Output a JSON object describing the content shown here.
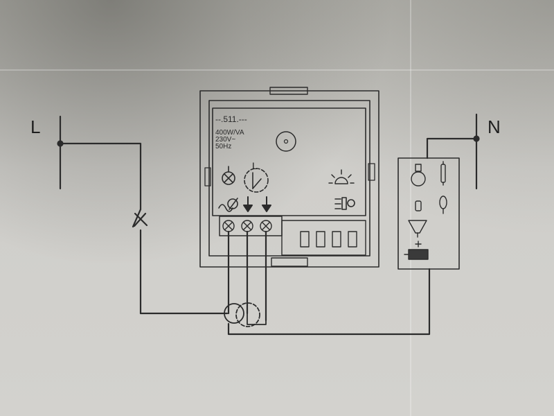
{
  "labels": {
    "live": "L",
    "neutral": "N",
    "dimmer_live": "L"
  },
  "device": {
    "model": "--.511.---",
    "spec_power": "400W/VA",
    "spec_voltage": "230V~",
    "spec_frequency": "50Hz"
  },
  "colors": {
    "ink": "#2b2b2b",
    "paper": "#d0cfcb"
  }
}
